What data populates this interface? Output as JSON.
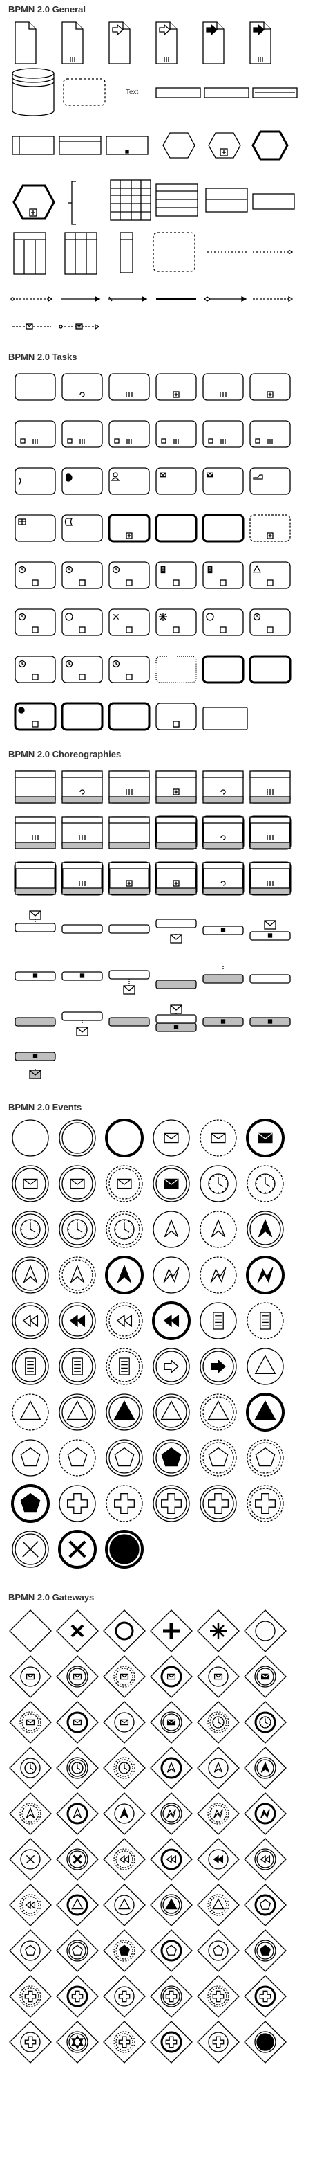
{
  "sections": [
    {
      "id": "general",
      "title": "BPMN 2.0 General",
      "text_shape_label": "Text"
    },
    {
      "id": "tasks",
      "title": "BPMN 2.0 Tasks"
    },
    {
      "id": "choreographies",
      "title": "BPMN 2.0 Choreographies"
    },
    {
      "id": "events",
      "title": "BPMN 2.0 Events"
    },
    {
      "id": "gateways",
      "title": "BPMN 2.0 Gateways"
    }
  ],
  "colors": {
    "stroke": "#000000",
    "fill": "#ffffff",
    "band": "#bfbfbf",
    "title": "#333333"
  }
}
